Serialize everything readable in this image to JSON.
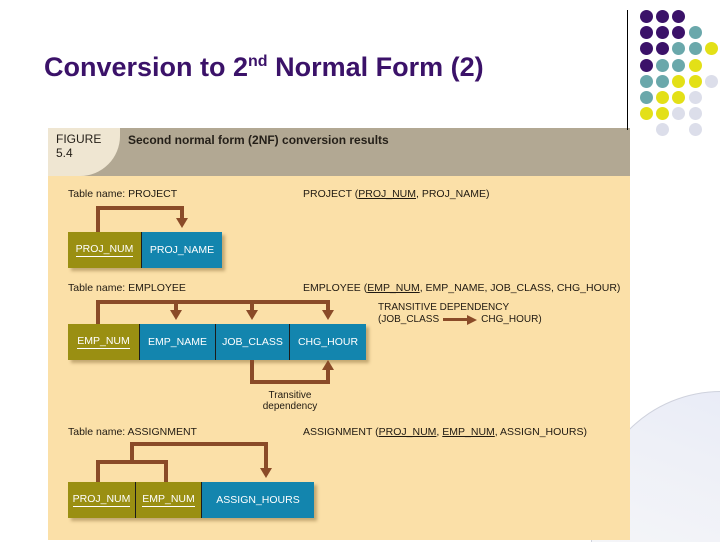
{
  "slide": {
    "title_main": "Conversion to 2",
    "title_sup": "nd",
    "title_rest": " Normal Form (2)"
  },
  "figure": {
    "number_line1": "FIGURE",
    "number_line2": "5.4",
    "caption": "Second normal form (2NF) conversion results",
    "sections": [
      {
        "table_label": "Table name: ",
        "table_name": "PROJECT",
        "notation_prefix": "PROJECT (",
        "notation_key": "PROJ_NUM",
        "notation_rest": ", PROJ_NAME)",
        "attributes": [
          {
            "name": "PROJ_NUM",
            "role": "key"
          },
          {
            "name": "PROJ_NAME",
            "role": "nonkey"
          }
        ]
      },
      {
        "table_label": "Table name: ",
        "table_name": "EMPLOYEE",
        "notation_prefix": "EMPLOYEE (",
        "notation_key": "EMP_NUM",
        "notation_rest": ", EMP_NAME, JOB_CLASS, CHG_HOUR)",
        "attributes": [
          {
            "name": "EMP_NUM",
            "role": "key"
          },
          {
            "name": "EMP_NAME",
            "role": "nonkey"
          },
          {
            "name": "JOB_CLASS",
            "role": "nonkey"
          },
          {
            "name": "CHG_HOUR",
            "role": "nonkey"
          }
        ]
      },
      {
        "table_label": "Table name: ",
        "table_name": "ASSIGNMENT",
        "notation_prefix": "ASSIGNMENT (",
        "notation_key": "PROJ_NUM",
        "notation_key2": "EMP_NUM",
        "notation_rest": ", ASSIGN_HOURS)",
        "attributes": [
          {
            "name": "PROJ_NUM",
            "role": "key"
          },
          {
            "name": "EMP_NUM",
            "role": "key"
          },
          {
            "name": "ASSIGN_HOURS",
            "role": "nonkey"
          }
        ]
      }
    ],
    "transitive_note": {
      "line1": "TRANSITIVE DEPENDENCY",
      "determinant": "(JOB_CLASS",
      "dependent": "CHG_HOUR)"
    },
    "transitive_label": {
      "line1": "Transitive",
      "line2": "dependency"
    }
  },
  "colors": {
    "title": "#3b1269",
    "panel_bg": "#fbe0a8",
    "header_band": "#b2a893",
    "header_cream": "#efe6d2",
    "key_attr": "#9a8f12",
    "nonkey_attr": "#1385ae",
    "connector": "#8a4b28",
    "dot_purple": "#3b1269",
    "dot_teal": "#6aa8ab",
    "dot_yellow": "#e3e017",
    "dot_lavender": "#dcdeea"
  },
  "dots": [
    {
      "c": 0,
      "r": 0,
      "color": "#3b1269"
    },
    {
      "c": 1,
      "r": 0,
      "color": "#3b1269"
    },
    {
      "c": 2,
      "r": 0,
      "color": "#3b1269"
    },
    {
      "c": 0,
      "r": 1,
      "color": "#3b1269"
    },
    {
      "c": 1,
      "r": 1,
      "color": "#3b1269"
    },
    {
      "c": 2,
      "r": 1,
      "color": "#3b1269"
    },
    {
      "c": 3,
      "r": 1,
      "color": "#6aa8ab"
    },
    {
      "c": 0,
      "r": 2,
      "color": "#3b1269"
    },
    {
      "c": 1,
      "r": 2,
      "color": "#3b1269"
    },
    {
      "c": 2,
      "r": 2,
      "color": "#6aa8ab"
    },
    {
      "c": 3,
      "r": 2,
      "color": "#6aa8ab"
    },
    {
      "c": 4,
      "r": 2,
      "color": "#e3e017"
    },
    {
      "c": 0,
      "r": 3,
      "color": "#3b1269"
    },
    {
      "c": 1,
      "r": 3,
      "color": "#6aa8ab"
    },
    {
      "c": 2,
      "r": 3,
      "color": "#6aa8ab"
    },
    {
      "c": 3,
      "r": 3,
      "color": "#e3e017"
    },
    {
      "c": 0,
      "r": 4,
      "color": "#6aa8ab"
    },
    {
      "c": 1,
      "r": 4,
      "color": "#6aa8ab"
    },
    {
      "c": 2,
      "r": 4,
      "color": "#e3e017"
    },
    {
      "c": 3,
      "r": 4,
      "color": "#e3e017"
    },
    {
      "c": 4,
      "r": 4,
      "color": "#dcdeea"
    },
    {
      "c": 0,
      "r": 5,
      "color": "#6aa8ab"
    },
    {
      "c": 1,
      "r": 5,
      "color": "#e3e017"
    },
    {
      "c": 2,
      "r": 5,
      "color": "#e3e017"
    },
    {
      "c": 3,
      "r": 5,
      "color": "#dcdeea"
    },
    {
      "c": 0,
      "r": 6,
      "color": "#e3e017"
    },
    {
      "c": 1,
      "r": 6,
      "color": "#e3e017"
    },
    {
      "c": 2,
      "r": 6,
      "color": "#dcdeea"
    },
    {
      "c": 3,
      "r": 6,
      "color": "#dcdeea"
    },
    {
      "c": 1,
      "r": 7,
      "color": "#dcdeea"
    },
    {
      "c": 3,
      "r": 7,
      "color": "#dcdeea"
    }
  ]
}
